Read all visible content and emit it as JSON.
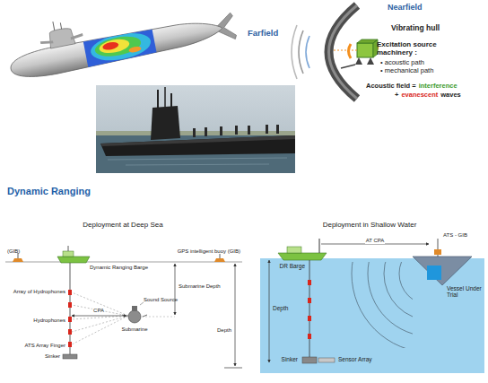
{
  "diagram": {
    "title": "Dynamic Ranging",
    "labels": [
      "Farfield",
      "Nearfield",
      "Vibrating hull",
      "Excitation source machinery :",
      "• acoustic path",
      "• mechanical path",
      "Acoustic field =",
      "interference",
      "+",
      "evanescent",
      "waves",
      "Deployment at Deep Sea",
      "(GIB)",
      "Dynamic Ranging Barge",
      "GPS intelligent buoy (GIB)",
      "Sound Source",
      "CPA",
      "Submarine Depth",
      "Array of Hydrophones",
      "Hydrophones",
      "ATS Array Finger",
      "Sinker",
      "Submarine",
      "Depth",
      "Deployment in Shallow Water",
      "AT CPA",
      "ATS - GIB",
      "DR Barge",
      "Depth",
      "Vessel Under Trial",
      "Sinker",
      "Sensor Array"
    ]
  }
}
